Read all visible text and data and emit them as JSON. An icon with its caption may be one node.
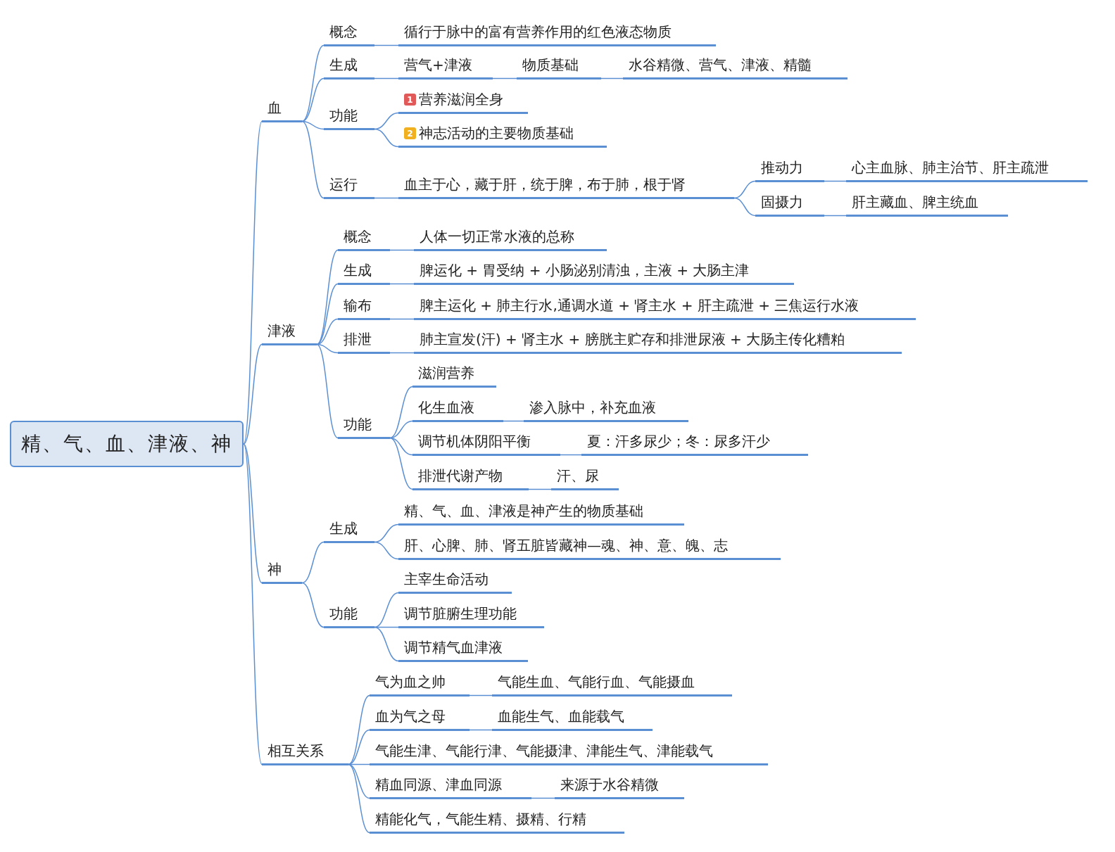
{
  "diagram": {
    "nodes": [
      {
        "text": [
          "精、气、血、津液、神"
        ]
      },
      {
        "text": [
          "血"
        ]
      },
      {
        "text": [
          "概念"
        ]
      },
      {
        "text": [
          "循行于脉中的富有营养作用的红色液态物质"
        ]
      },
      {
        "text": [
          "生成"
        ]
      },
      {
        "text": [
          "营气+津液"
        ]
      },
      {
        "text": [
          "物质基础"
        ]
      },
      {
        "text": [
          "水谷精微、营气、津液、精髓"
        ]
      },
      {
        "text": [
          "功能"
        ]
      },
      {
        "text": [
          "1",
          "营养滋润全身"
        ]
      },
      {
        "text": [
          "2",
          "神志活动的主要物质基础"
        ]
      },
      {
        "text": [
          "运行"
        ]
      },
      {
        "text": [
          "血主于心，藏于肝，统于脾，布于肺，根于肾"
        ]
      },
      {
        "text": [
          "推动力"
        ]
      },
      {
        "text": [
          "心主血脉、肺主治节、肝主疏泄"
        ]
      },
      {
        "text": [
          "固摄力"
        ]
      },
      {
        "text": [
          "肝主藏血、脾主统血"
        ]
      },
      {
        "text": [
          "津液"
        ]
      },
      {
        "text": [
          "概念"
        ]
      },
      {
        "text": [
          "人体一切正常水液的总称"
        ]
      },
      {
        "text": [
          "生成"
        ]
      },
      {
        "text": [
          "脾运化 + 胃受纳 + 小肠泌别清浊，主液 + 大肠主津"
        ]
      },
      {
        "text": [
          "输布"
        ]
      },
      {
        "text": [
          "脾主运化 + 肺主行水,通调水道 + 肾主水 + 肝主疏泄 + 三焦运行水液"
        ]
      },
      {
        "text": [
          "排泄"
        ]
      },
      {
        "text": [
          "肺主宣发(汗) + 肾主水 + 膀胱主贮存和排泄尿液 + 大肠主传化糟粕"
        ]
      },
      {
        "text": [
          "功能"
        ]
      },
      {
        "text": [
          "滋润营养"
        ]
      },
      {
        "text": [
          "化生血液"
        ]
      },
      {
        "text": [
          "渗入脉中，补充血液"
        ]
      },
      {
        "text": [
          "调节机体阴阳平衡"
        ]
      },
      {
        "text": [
          "夏：汗多尿少；冬：尿多汗少"
        ]
      },
      {
        "text": [
          "排泄代谢产物"
        ]
      },
      {
        "text": [
          "汗、尿"
        ]
      },
      {
        "text": [
          "神"
        ]
      },
      {
        "text": [
          "生成"
        ]
      },
      {
        "text": [
          "精、气、血、津液是神产生的物质基础"
        ]
      },
      {
        "text": [
          "肝、心脾、肺、肾五脏皆藏神—魂、神、意、魄、志"
        ]
      },
      {
        "text": [
          "功能"
        ]
      },
      {
        "text": [
          "主宰生命活动"
        ]
      },
      {
        "text": [
          "调节脏腑生理功能"
        ]
      },
      {
        "text": [
          "调节精气血津液"
        ]
      },
      {
        "text": [
          "相互关系"
        ]
      },
      {
        "text": [
          "气为血之帅"
        ]
      },
      {
        "text": [
          "气能生血、气能行血、气能摄血"
        ]
      },
      {
        "text": [
          "血为气之母"
        ]
      },
      {
        "text": [
          "血能生气、血能载气"
        ]
      },
      {
        "text": [
          "气能生津、气能行津、气能摄津、津能生气、津能载气"
        ]
      },
      {
        "text": [
          "精血同源、津血同源"
        ]
      },
      {
        "text": [
          "来源于水谷精微"
        ]
      },
      {
        "text": [
          "精能化气，气能生精、摄精、行精"
        ]
      }
    ],
    "edges": [
      {
        "from": 0,
        "to": 1,
        "arrow": "none"
      },
      {
        "from": 0,
        "to": 17,
        "arrow": "none"
      },
      {
        "from": 0,
        "to": 34,
        "arrow": "none"
      },
      {
        "from": 0,
        "to": 42,
        "arrow": "none"
      },
      {
        "from": 1,
        "to": 2,
        "arrow": "none"
      },
      {
        "from": 2,
        "to": 3,
        "arrow": "none"
      },
      {
        "from": 1,
        "to": 4,
        "arrow": "none"
      },
      {
        "from": 4,
        "to": 5,
        "arrow": "none"
      },
      {
        "from": 5,
        "to": 6,
        "arrow": "none"
      },
      {
        "from": 6,
        "to": 7,
        "arrow": "none"
      },
      {
        "from": 1,
        "to": 8,
        "arrow": "none"
      },
      {
        "from": 8,
        "to": 9,
        "arrow": "none"
      },
      {
        "from": 8,
        "to": 10,
        "arrow": "none"
      },
      {
        "from": 1,
        "to": 11,
        "arrow": "none"
      },
      {
        "from": 11,
        "to": 12,
        "arrow": "none"
      },
      {
        "from": 12,
        "to": 13,
        "arrow": "none"
      },
      {
        "from": 13,
        "to": 14,
        "arrow": "none"
      },
      {
        "from": 12,
        "to": 15,
        "arrow": "none"
      },
      {
        "from": 15,
        "to": 16,
        "arrow": "none"
      },
      {
        "from": 17,
        "to": 18,
        "arrow": "none"
      },
      {
        "from": 18,
        "to": 19,
        "arrow": "none"
      },
      {
        "from": 17,
        "to": 20,
        "arrow": "none"
      },
      {
        "from": 20,
        "to": 21,
        "arrow": "none"
      },
      {
        "from": 17,
        "to": 22,
        "arrow": "none"
      },
      {
        "from": 22,
        "to": 23,
        "arrow": "none"
      },
      {
        "from": 17,
        "to": 24,
        "arrow": "none"
      },
      {
        "from": 24,
        "to": 25,
        "arrow": "none"
      },
      {
        "from": 17,
        "to": 26,
        "arrow": "none"
      },
      {
        "from": 26,
        "to": 27,
        "arrow": "none"
      },
      {
        "from": 26,
        "to": 28,
        "arrow": "none"
      },
      {
        "from": 28,
        "to": 29,
        "arrow": "none"
      },
      {
        "from": 26,
        "to": 30,
        "arrow": "none"
      },
      {
        "from": 30,
        "to": 31,
        "arrow": "none"
      },
      {
        "from": 26,
        "to": 32,
        "arrow": "none"
      },
      {
        "from": 32,
        "to": 33,
        "arrow": "none"
      },
      {
        "from": 34,
        "to": 35,
        "arrow": "none"
      },
      {
        "from": 35,
        "to": 36,
        "arrow": "none"
      },
      {
        "from": 35,
        "to": 37,
        "arrow": "none"
      },
      {
        "from": 34,
        "to": 38,
        "arrow": "none"
      },
      {
        "from": 38,
        "to": 39,
        "arrow": "none"
      },
      {
        "from": 38,
        "to": 40,
        "arrow": "none"
      },
      {
        "from": 38,
        "to": 41,
        "arrow": "none"
      },
      {
        "from": 42,
        "to": 43,
        "arrow": "none"
      },
      {
        "from": 43,
        "to": 44,
        "arrow": "none"
      },
      {
        "from": 42,
        "to": 45,
        "arrow": "none"
      },
      {
        "from": 45,
        "to": 46,
        "arrow": "none"
      },
      {
        "from": 42,
        "to": 47,
        "arrow": "none"
      },
      {
        "from": 42,
        "to": 48,
        "arrow": "none"
      },
      {
        "from": 48,
        "to": 49,
        "arrow": "none"
      },
      {
        "from": 42,
        "to": 50,
        "arrow": "none"
      }
    ]
  }
}
